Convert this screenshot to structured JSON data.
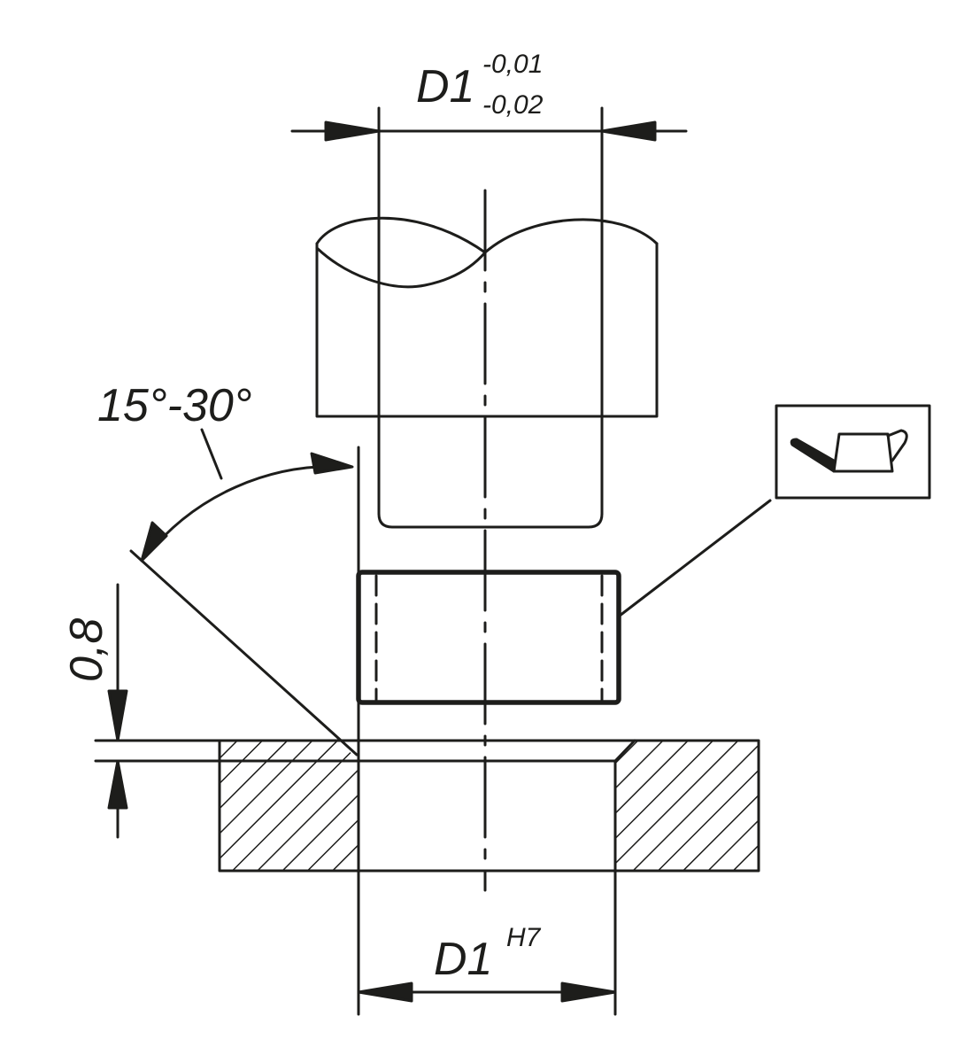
{
  "colors": {
    "ink": "#1d1d1b",
    "background": "#ffffff"
  },
  "top_dimension": {
    "label": "D1",
    "upper_tolerance": "-0,01",
    "lower_tolerance": "-0,02"
  },
  "angle_dimension": {
    "label": "15°-30°"
  },
  "chamfer_dimension": {
    "label": "0,8"
  },
  "bottom_dimension": {
    "label": "D1",
    "fit": "H7"
  },
  "lubrication_symbol": {
    "icon": "oil-can-icon"
  }
}
